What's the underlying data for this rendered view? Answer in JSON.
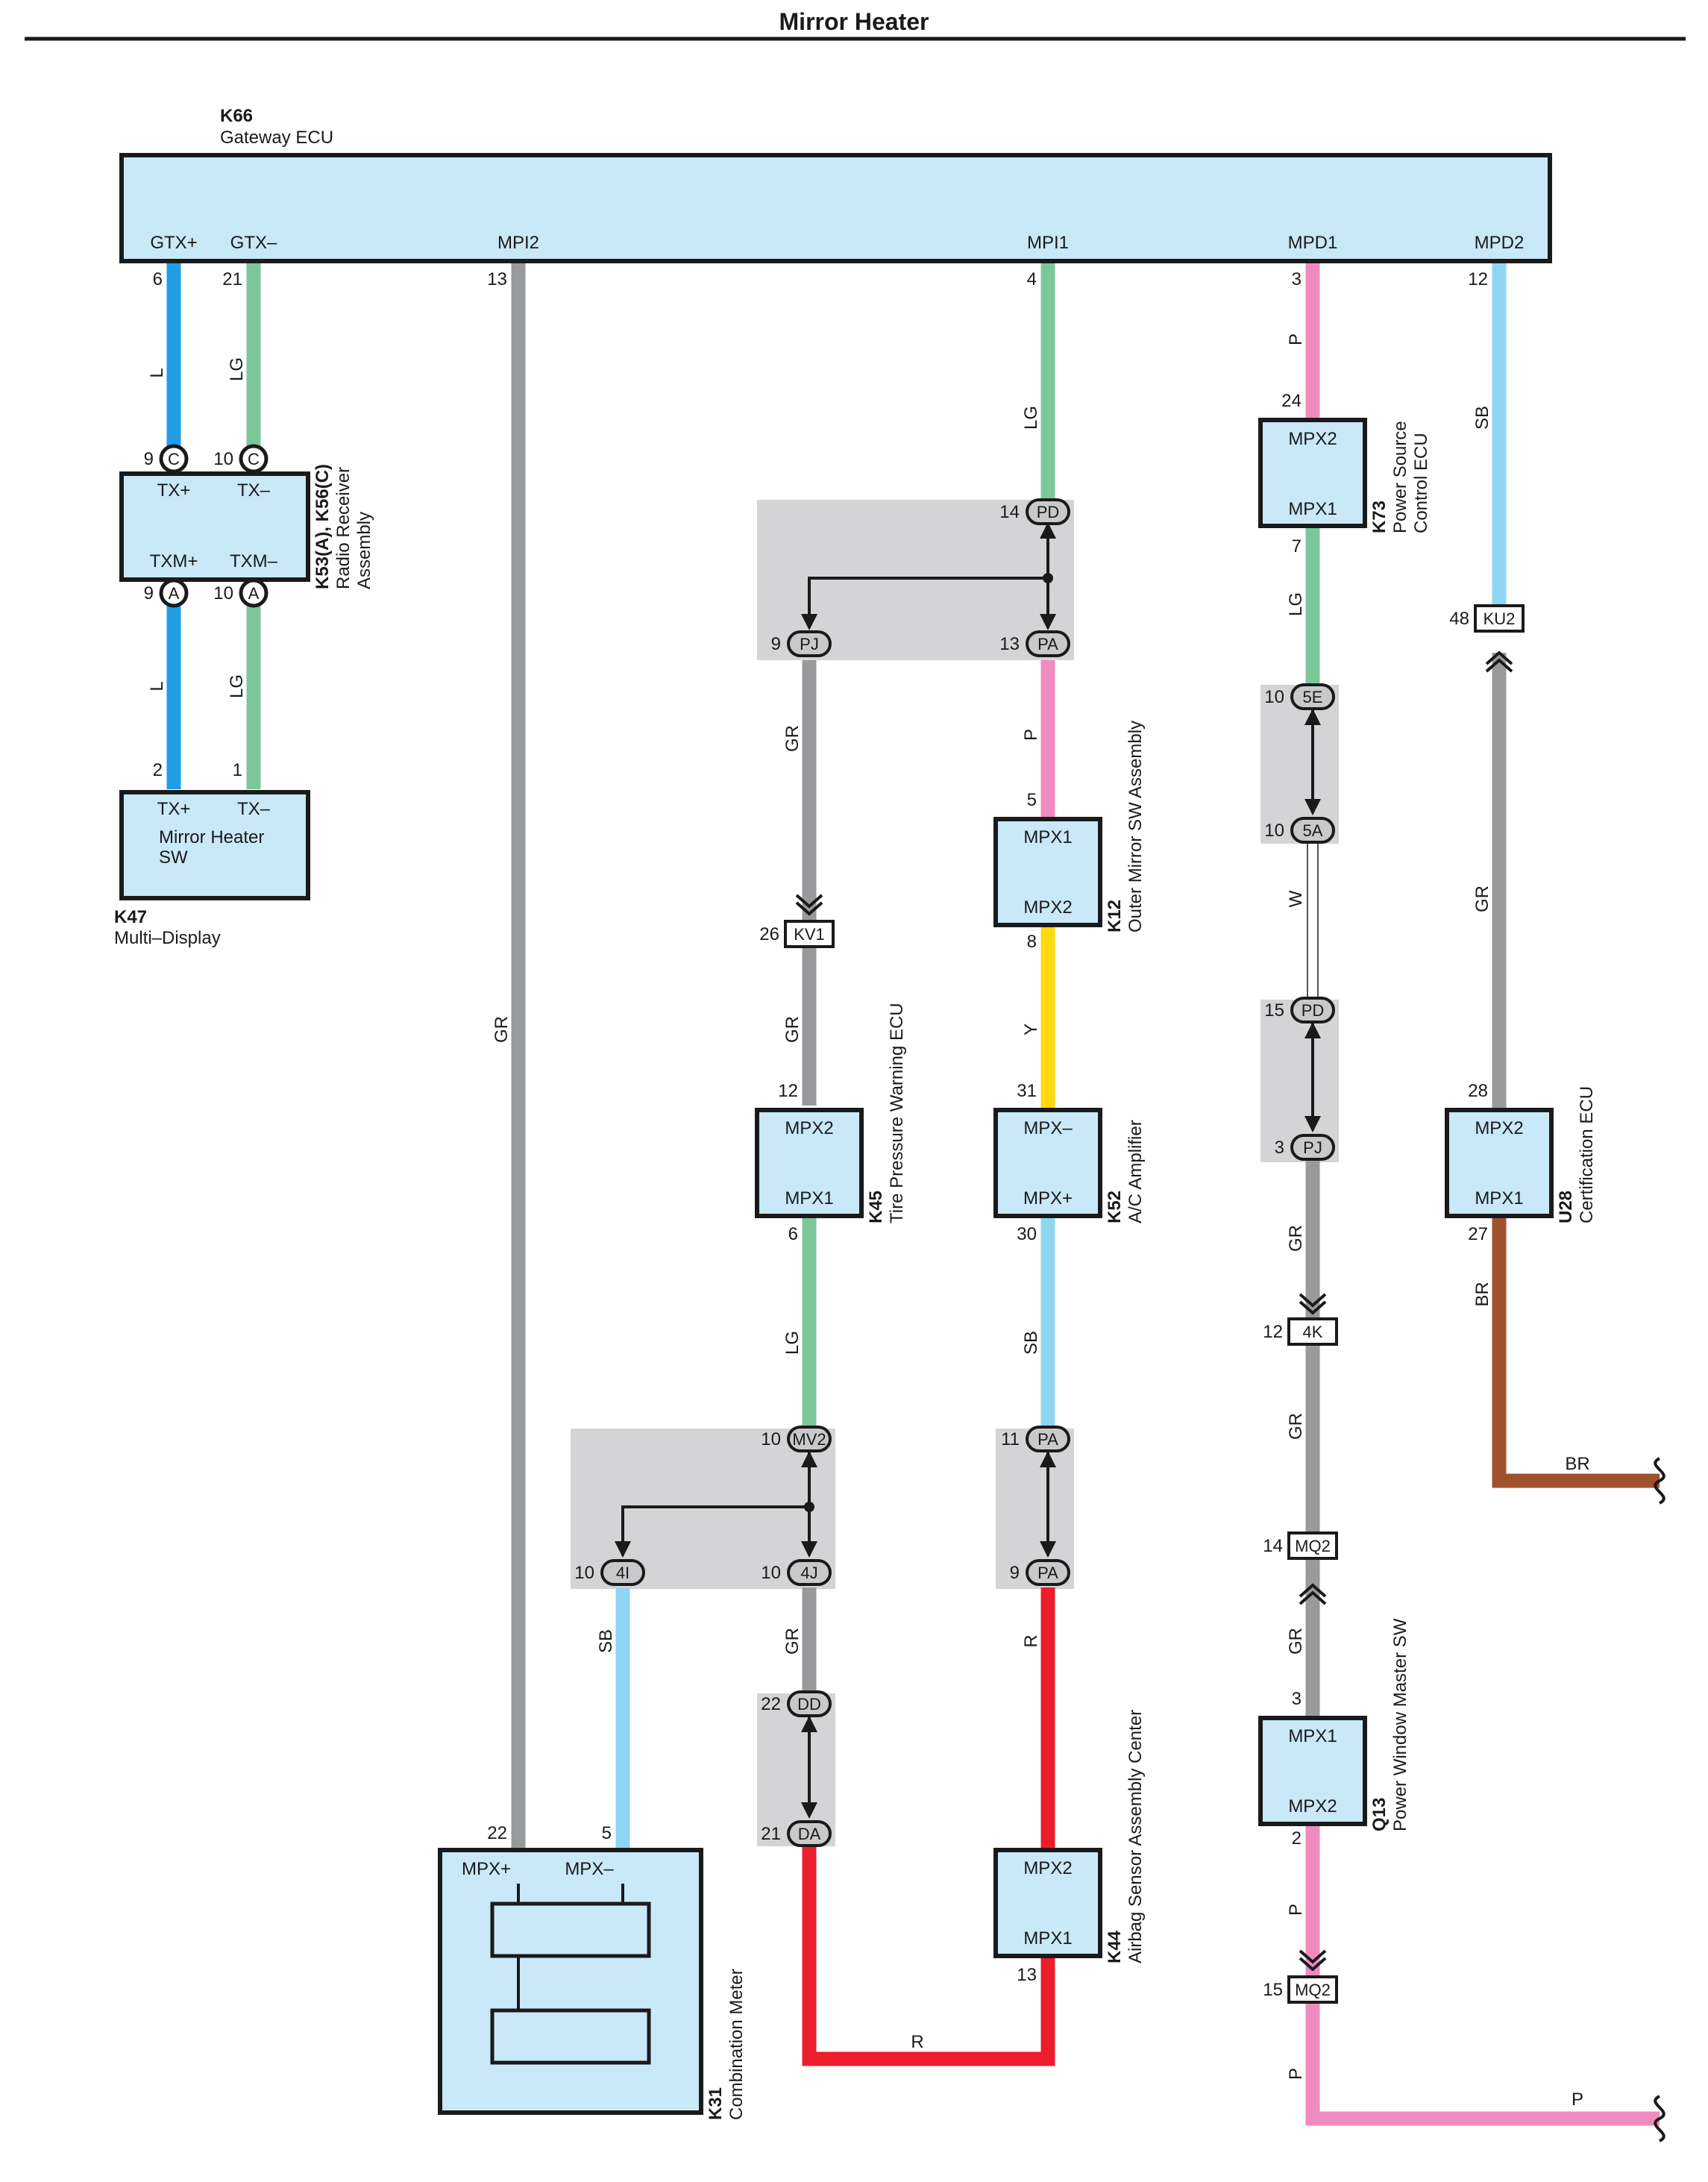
{
  "title": "Mirror Heater",
  "colors": {
    "L": "#1f9ee6",
    "LG": "#7cc79a",
    "GR": "#999a9c",
    "P": "#f08bbf",
    "SB": "#8fd6f2",
    "Y": "#ffd80f",
    "R": "#ec1d2c",
    "BR": "#a0522d",
    "W": "#ffffff",
    "box": "#c9e8f8",
    "splice": "#d4d4d6"
  },
  "components": {
    "k66": {
      "code": "K66",
      "name": "Gateway ECU",
      "terminals": [
        "GTX+",
        "GTX–",
        "MPI2",
        "MPI1",
        "MPD1",
        "MPD2"
      ]
    },
    "k53": {
      "code": "K53(A), K56(C)",
      "name1": "Radio Receiver",
      "name2": "Assembly",
      "terminals": [
        "TX+",
        "TX–",
        "TXM+",
        "TXM–"
      ]
    },
    "k47": {
      "code": "K47",
      "name": "Multi–Display",
      "terminals": [
        "TX+",
        "TX–"
      ],
      "inner1": "Mirror Heater",
      "inner2": "SW"
    },
    "k73": {
      "code": "K73",
      "name1": "Power Source",
      "name2": "Control ECU",
      "terminals": [
        "MPX2",
        "MPX1"
      ]
    },
    "k12": {
      "code": "K12",
      "name": "Outer Mirror SW Assembly",
      "terminals": [
        "MPX1",
        "MPX2"
      ]
    },
    "k45": {
      "code": "K45",
      "name": "Tire Pressure Warning ECU",
      "terminals": [
        "MPX2",
        "MPX1"
      ]
    },
    "k52": {
      "code": "K52",
      "name": "A/C Amplifier",
      "terminals": [
        "MPX–",
        "MPX+"
      ]
    },
    "u28": {
      "code": "U28",
      "name": "Certification ECU",
      "terminals": [
        "MPX2",
        "MPX1"
      ]
    },
    "q13": {
      "code": "Q13",
      "name": "Power Window Master SW",
      "terminals": [
        "MPX1",
        "MPX2"
      ]
    },
    "k44": {
      "code": "K44",
      "name": "Airbag Sensor Assembly Center",
      "terminals": [
        "MPX2",
        "MPX1"
      ]
    },
    "k31": {
      "code": "K31",
      "name": "Combination Meter",
      "terminals": [
        "MPX+",
        "MPX–"
      ]
    }
  },
  "connectors": [
    "C",
    "A",
    "PD",
    "PJ",
    "PA",
    "5E",
    "5A",
    "KU2",
    "KV1",
    "MV2",
    "4I",
    "4J",
    "4K",
    "DD",
    "DA",
    "MQ2"
  ],
  "pins": [
    "6",
    "21",
    "13",
    "4",
    "3",
    "12",
    "9",
    "10",
    "2",
    "1",
    "14",
    "24",
    "7",
    "48",
    "5",
    "8",
    "26",
    "31",
    "28",
    "30",
    "27",
    "11",
    "15",
    "22"
  ],
  "wire_codes": [
    "L",
    "LG",
    "GR",
    "P",
    "SB",
    "Y",
    "R",
    "BR",
    "W"
  ]
}
